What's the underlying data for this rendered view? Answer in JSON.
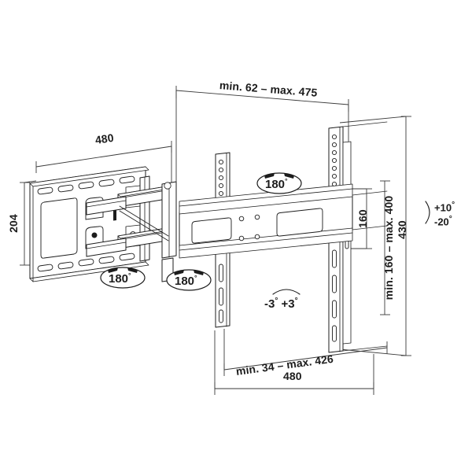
{
  "drawing": {
    "title": "TV wall mount bracket technical drawing",
    "subject": "full-motion articulating tv wall mount",
    "background_color": "#ffffff",
    "line_color": "#1c1c1c",
    "text_color": "#1c1c1c",
    "units": "mm"
  },
  "dimensions": {
    "top_extension": {
      "label": "min. 62 – max. 475",
      "name": "depth-extension-range",
      "orientation": "horizontal-slanted"
    },
    "wall_plate_width": {
      "label": "480",
      "name": "wall-plate-width",
      "orientation": "horizontal-slanted"
    },
    "wall_plate_height": {
      "label": "204",
      "name": "wall-plate-height",
      "orientation": "vertical"
    },
    "vesa_vertical": {
      "label": "160",
      "name": "vesa-vertical-spacing",
      "orientation": "vertical"
    },
    "vesa_vertical_range": {
      "label": "min. 160 – max. 400",
      "name": "vesa-vertical-range",
      "orientation": "vertical"
    },
    "panel_height": {
      "label": "430",
      "name": "bracket-overall-height",
      "orientation": "vertical"
    },
    "bottom_extension": {
      "label": "min. 34 – max. 426",
      "name": "wall-distance-range",
      "orientation": "horizontal-slanted"
    },
    "bottom_width": {
      "label": "480",
      "name": "bracket-overall-width",
      "orientation": "horizontal"
    }
  },
  "annotations": {
    "swivel_badges": [
      {
        "label": "180",
        "degree_symbol": "°",
        "name": "swivel-badge-top"
      },
      {
        "label": "180",
        "degree_symbol": "°",
        "name": "swivel-badge-left"
      },
      {
        "label": "180",
        "degree_symbol": "°",
        "name": "swivel-badge-middle"
      }
    ],
    "rotation": {
      "negative": "-3",
      "positive": "+3",
      "degree_symbol": "°",
      "combined": "-3° +3°",
      "name": "roll-adjust-range"
    },
    "tilt": {
      "up": "+10",
      "down": "-20",
      "degree_symbol": "°",
      "up_combined": "+10°",
      "down_combined": "-20°",
      "name": "tilt-adjust-range"
    }
  },
  "parts": {
    "wall_plate": "wall-mounting-plate",
    "arm_upper": "articulating-arm-upper",
    "arm_lower": "articulating-arm-lower",
    "tv_bracket": "tv-mounting-bracket",
    "rail_left": "vesa-rail-left",
    "rail_right": "vesa-rail-right",
    "cross_bar": "horizontal-cross-bar"
  }
}
